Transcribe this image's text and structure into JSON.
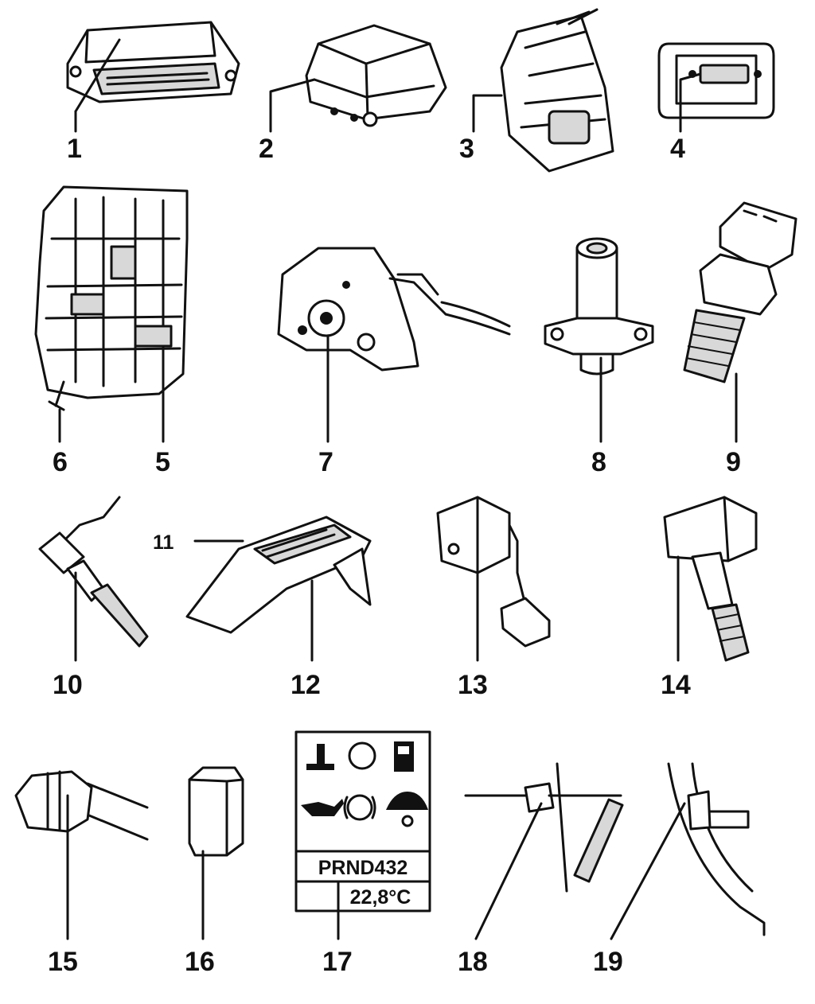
{
  "components": [
    {
      "id": "1",
      "label": "1"
    },
    {
      "id": "2",
      "label": "2"
    },
    {
      "id": "3",
      "label": "3"
    },
    {
      "id": "4",
      "label": "4"
    },
    {
      "id": "5",
      "label": "5"
    },
    {
      "id": "6",
      "label": "6"
    },
    {
      "id": "7",
      "label": "7"
    },
    {
      "id": "8",
      "label": "8"
    },
    {
      "id": "9",
      "label": "9"
    },
    {
      "id": "10",
      "label": "10"
    },
    {
      "id": "11",
      "label": "11"
    },
    {
      "id": "12",
      "label": "12"
    },
    {
      "id": "13",
      "label": "13"
    },
    {
      "id": "14",
      "label": "14"
    },
    {
      "id": "15",
      "label": "15"
    },
    {
      "id": "16",
      "label": "16"
    },
    {
      "id": "17",
      "label": "17"
    },
    {
      "id": "18",
      "label": "18"
    },
    {
      "id": "19",
      "label": "19"
    }
  ],
  "instrument_display": {
    "gear_positions": "PRND432",
    "temperature": "22,8°C",
    "warning_icons": [
      "coolant-temp-icon",
      "brake-circle-icon",
      "fuel-icon",
      "oil-can-icon",
      "brake-pads-icon",
      "washer-fluid-icon"
    ]
  }
}
